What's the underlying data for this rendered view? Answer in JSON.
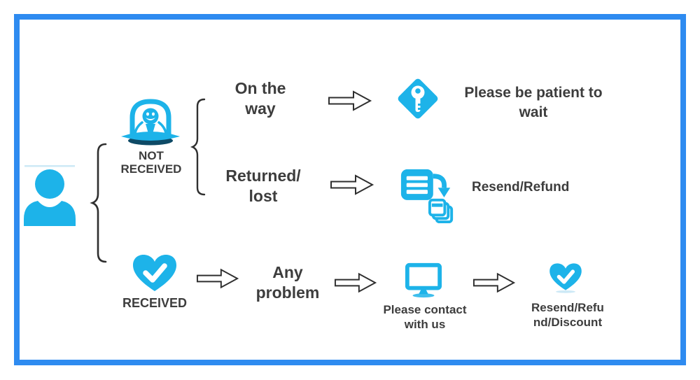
{
  "colors": {
    "accent": "#1db3e9",
    "accent_dark": "#0e4a66",
    "frame_border": "#2e8bf0",
    "text": "#3d3d3d",
    "outline": "#2f2f2f",
    "soft_shadow": "#cde9f6"
  },
  "customer": {
    "icon": "customer-person-icon"
  },
  "flow": {
    "not_received": {
      "icon": "ufo-alien-icon",
      "label_lines": [
        "NOT",
        "RECEIVED"
      ],
      "branches": [
        {
          "condition_lines": [
            "On the",
            "way"
          ],
          "result_icon": "key-diamond-icon",
          "result_lines": [
            "Please be patient to",
            "wait"
          ]
        },
        {
          "condition_lines": [
            "Returned/",
            "lost"
          ],
          "result_icon": "resend-documents-icon",
          "result_label": "Resend/Refund"
        }
      ]
    },
    "received": {
      "icon": "heart-check-icon",
      "label": "RECEIVED",
      "condition_lines": [
        "Any",
        "problem"
      ],
      "contact": {
        "icon": "computer-monitor-icon",
        "label_lines": [
          "Please contact",
          "with us"
        ]
      },
      "result": {
        "icon": "heart-check-icon",
        "label_lines": [
          "Resend/Refu",
          "nd/Discount"
        ]
      }
    }
  }
}
